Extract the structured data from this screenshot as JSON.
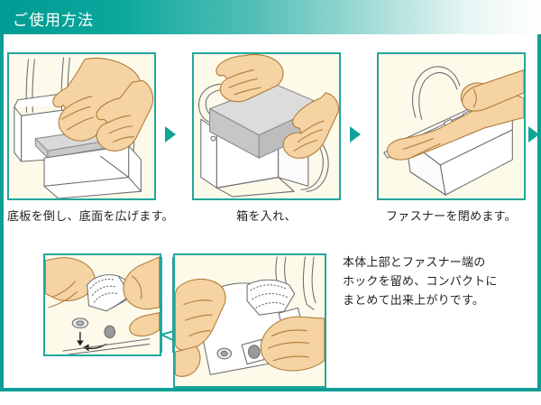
{
  "header": {
    "title": "ご使用方法",
    "gradient_from": "#009b92",
    "gradient_to": "#ffffff"
  },
  "colors": {
    "teal_border": "#22a79c",
    "teal_rule": "#0d9e96",
    "panel_fill": "#fdfaea",
    "skin": "#f2d2a0",
    "skin_line": "#b07a3a",
    "box_gray": "#c9c9c9",
    "outline": "#6d6e71",
    "text": "#231f20"
  },
  "steps": [
    {
      "index": 1,
      "panel_name": "step-1-illustration",
      "caption": "底板を倒し、底面を広げます。",
      "alt": "両手でトートバッグの底板を倒している図"
    },
    {
      "index": 2,
      "panel_name": "step-2-illustration",
      "caption": "箱を入れ、",
      "alt": "両手で箱をバッグに入れている図"
    },
    {
      "index": 3,
      "panel_name": "step-3-illustration",
      "caption": "ファスナーを閉めます。",
      "alt": "手でファスナーを閉めている図"
    },
    {
      "index": 4,
      "panel_name": "step-4-detail-illustration",
      "caption": "",
      "alt": "ホック部分の拡大図、矢印付き"
    },
    {
      "index": 5,
      "panel_name": "step-5-illustration",
      "caption": "",
      "alt": "両手で本体上部のホックを留めている図"
    }
  ],
  "arrows": {
    "icon": "triangle-right-icon",
    "color": "#12a398",
    "count": 3
  },
  "note": {
    "lines": [
      "本体上部とファスナー端の",
      "ホックを留め、コンパクトに",
      "まとめて出来上がりです。"
    ]
  }
}
